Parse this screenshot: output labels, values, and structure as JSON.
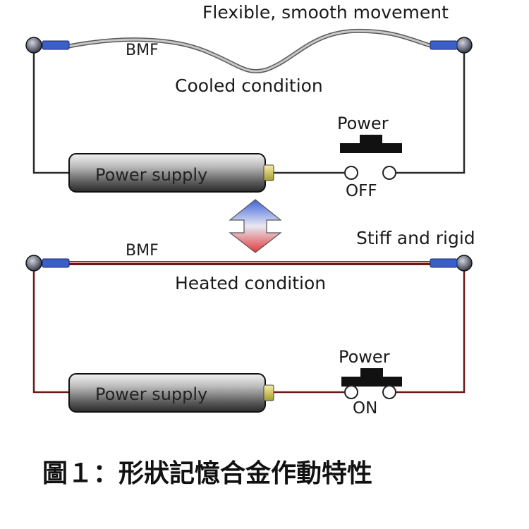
{
  "top_circuit": {
    "annotation": "Flexible, smooth movement",
    "wire_label": "BMF",
    "condition": "Cooled condition",
    "power_label": "Power",
    "switch_state": "OFF",
    "supply_label": "Power supply"
  },
  "bottom_circuit": {
    "annotation": "Stiff and rigid",
    "wire_label": "BMF",
    "condition": "Heated condition",
    "power_label": "Power",
    "switch_state": "ON",
    "supply_label": "Power supply"
  },
  "caption": "圖１：形狀記憶合金作動特性",
  "colors": {
    "top_wire": "#2a2a2a",
    "bottom_wire": "#6b1a1a",
    "bmf_wire": "#9a9a9a",
    "arrow_top": "#4a6fd0",
    "arrow_bottom": "#e04040",
    "connector": "#3a5fc8"
  }
}
